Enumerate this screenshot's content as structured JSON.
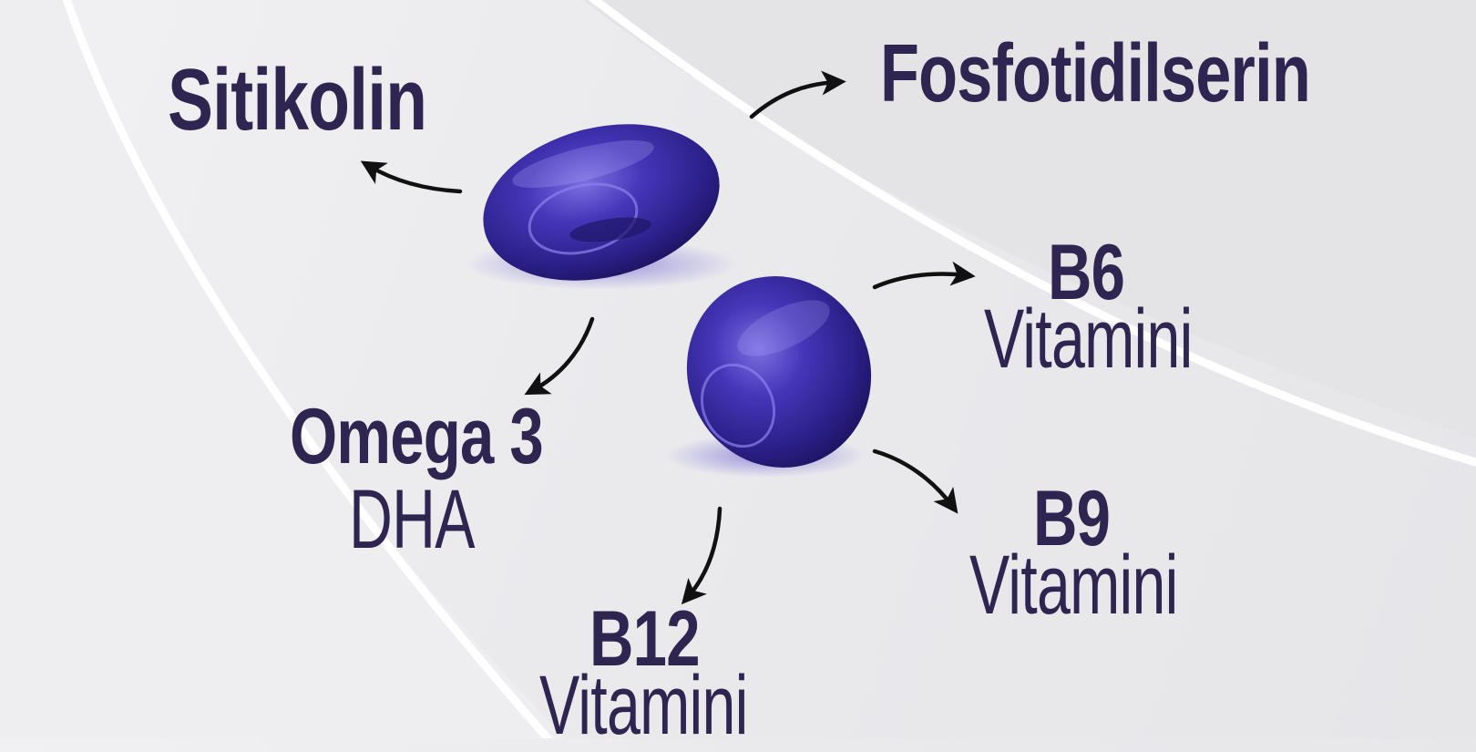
{
  "colors": {
    "text": "#2e2650",
    "capsule": "#3a2fa0",
    "arrow": "#111111",
    "band": "#ffffff"
  },
  "labels": {
    "sitikolin": "Sitikolin",
    "fosfotidilserin": "Fosfotidilserin",
    "omega_title": "Omega 3",
    "omega_sub": "DHA",
    "b6_title": "B6",
    "b6_sub": "Vitamini",
    "b9_title": "B9",
    "b9_sub": "Vitamini",
    "b12_title": "B12",
    "b12_sub": "Vitamini"
  },
  "icons": [
    "capsule-icon",
    "arrow-icon"
  ]
}
